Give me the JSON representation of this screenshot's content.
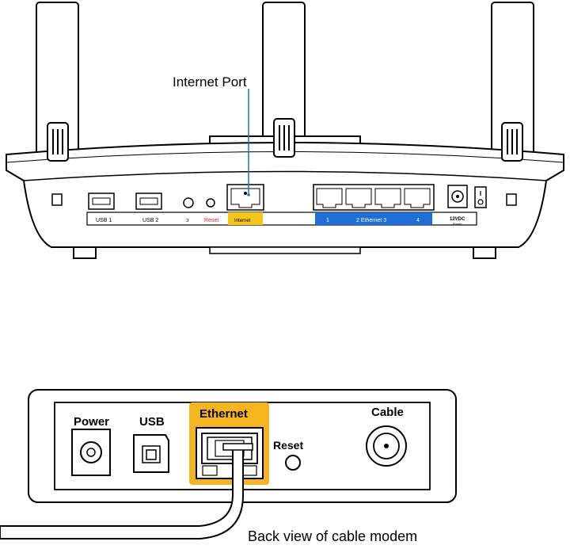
{
  "router": {
    "callout": "Internet Port",
    "ports": {
      "usb1": "USB 1",
      "usb2": "USB 2",
      "reset": "Reset",
      "internet": "Internet",
      "eth1": "1",
      "eth_label": "2 Ethernet 3",
      "eth4": "4",
      "power": "12VDC",
      "power_sub": "Power"
    },
    "colors": {
      "internet": "#f5c518",
      "ethernet": "#1f6fd6",
      "reset": "#d9262c"
    }
  },
  "modem": {
    "labels": {
      "power": "Power",
      "usb": "USB",
      "ethernet": "Ethernet",
      "reset": "Reset",
      "cable": "Cable"
    },
    "caption": "Back view of cable modem",
    "colors": {
      "ethernet_highlight": "#f5b51c"
    }
  },
  "icons": [
    "router-icon",
    "usb-port-icon",
    "ethernet-port-icon",
    "power-jack-icon",
    "coax-connector-icon",
    "cable-modem-icon"
  ]
}
